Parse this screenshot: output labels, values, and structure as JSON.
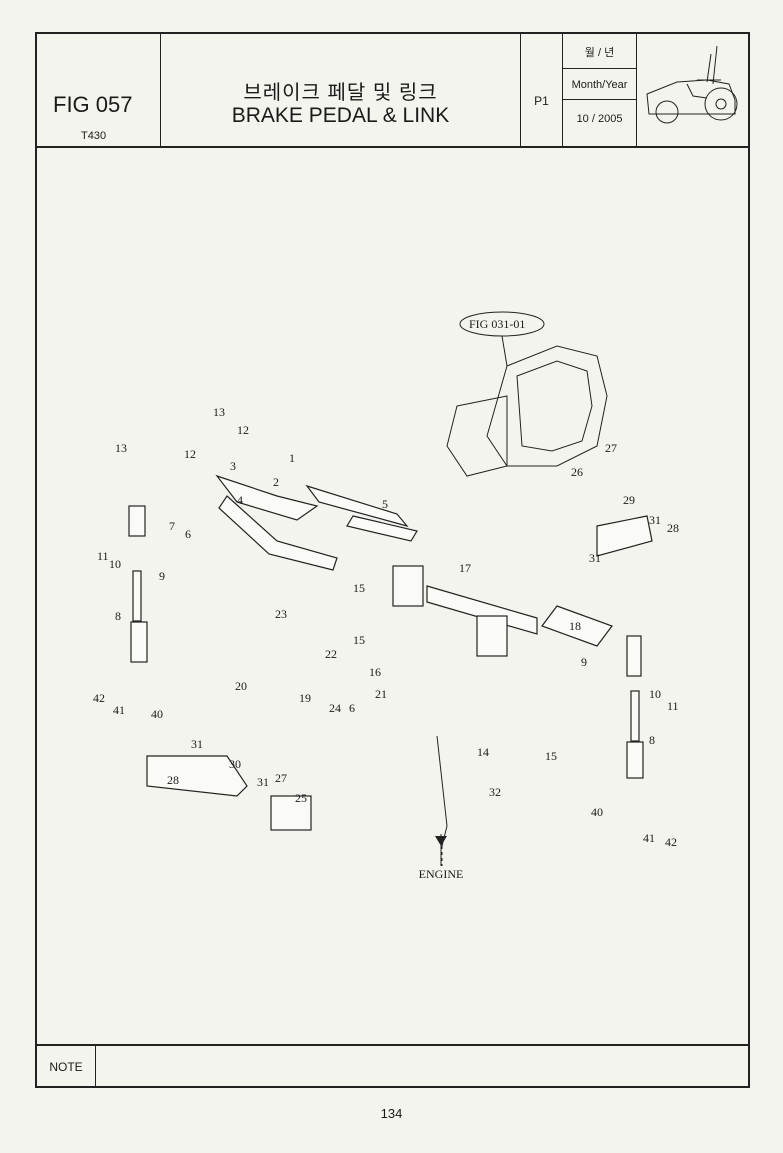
{
  "header": {
    "fig_number": "FIG 057",
    "model": "T430",
    "title_ko": "브레이크 페달 및 링크",
    "title_en": "BRAKE PEDAL &  LINK",
    "page": "P1",
    "date_label_ko": "월 / 년",
    "date_label_en": "Month/Year",
    "date_value": "10 / 2005",
    "logo_icon": "tractor-icon"
  },
  "diagram": {
    "reference": "FIG 031-01",
    "engine_label": "ENGINE",
    "callouts": [
      "13",
      "12",
      "13",
      "12",
      "1",
      "3",
      "2",
      "4",
      "5",
      "7",
      "6",
      "11",
      "10",
      "9",
      "8",
      "42",
      "41",
      "40",
      "27",
      "26",
      "29",
      "31",
      "28",
      "31",
      "17",
      "18",
      "9",
      "10",
      "11",
      "15",
      "23",
      "22",
      "16",
      "15",
      "20",
      "19",
      "24",
      "6",
      "21",
      "14",
      "15",
      "8",
      "31",
      "28",
      "30",
      "31",
      "27",
      "25",
      "32",
      "40",
      "41",
      "42"
    ]
  },
  "footer": {
    "note_label": "NOTE",
    "page_number": "134"
  }
}
